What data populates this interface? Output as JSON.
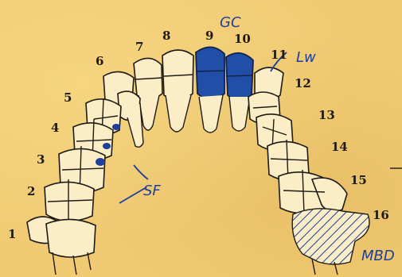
{
  "tooth_numbers": [
    "1",
    "2",
    "3",
    "4",
    "5",
    "6",
    "7",
    "8",
    "9",
    "10",
    "11",
    "12",
    "13",
    "14",
    "15",
    "16"
  ],
  "annotations": {
    "gold_crown": "GC",
    "tooth_11": "Lw",
    "sealant_group": "SF",
    "tooth_16": "MBD"
  },
  "colors": {
    "paper": "#f1cb74",
    "ink": "#1e1a14",
    "blue_ink": "#1e3f9a",
    "filled_tooth": "#214ea6"
  }
}
